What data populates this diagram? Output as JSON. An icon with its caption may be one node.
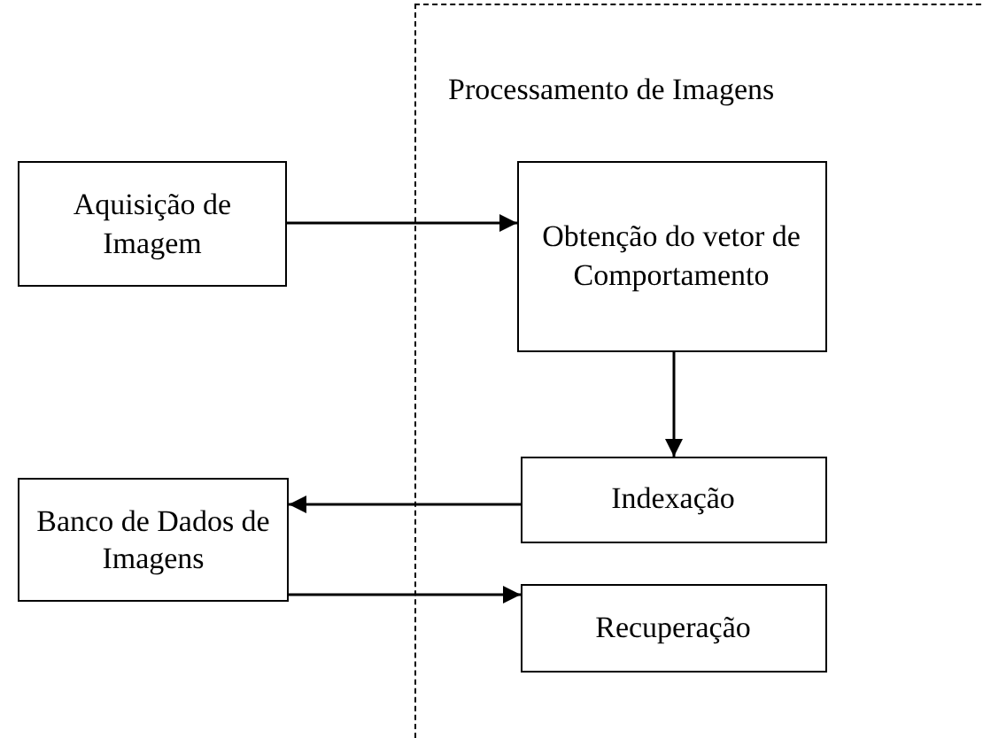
{
  "diagram": {
    "nodes": [
      {
        "text": [
          "Processamento de Imagens"
        ]
      },
      {
        "text": [
          "Aquisição de Imagem"
        ]
      },
      {
        "text": [
          "Obtenção do vetor de Comportamento"
        ],
        "in": 0
      },
      {
        "text": [
          "Indexação"
        ],
        "in": 0
      },
      {
        "text": [
          "Banco de Dados de Imagens"
        ]
      },
      {
        "text": [
          "Recuperação"
        ],
        "in": 0
      }
    ],
    "edges": [
      {
        "from": 1,
        "to": 2,
        "arrow": "to"
      },
      {
        "from": 2,
        "to": 3,
        "arrow": "to"
      },
      {
        "from": 3,
        "to": 4,
        "arrow": "to"
      },
      {
        "from": 4,
        "to": 5,
        "arrow": "to"
      }
    ]
  }
}
